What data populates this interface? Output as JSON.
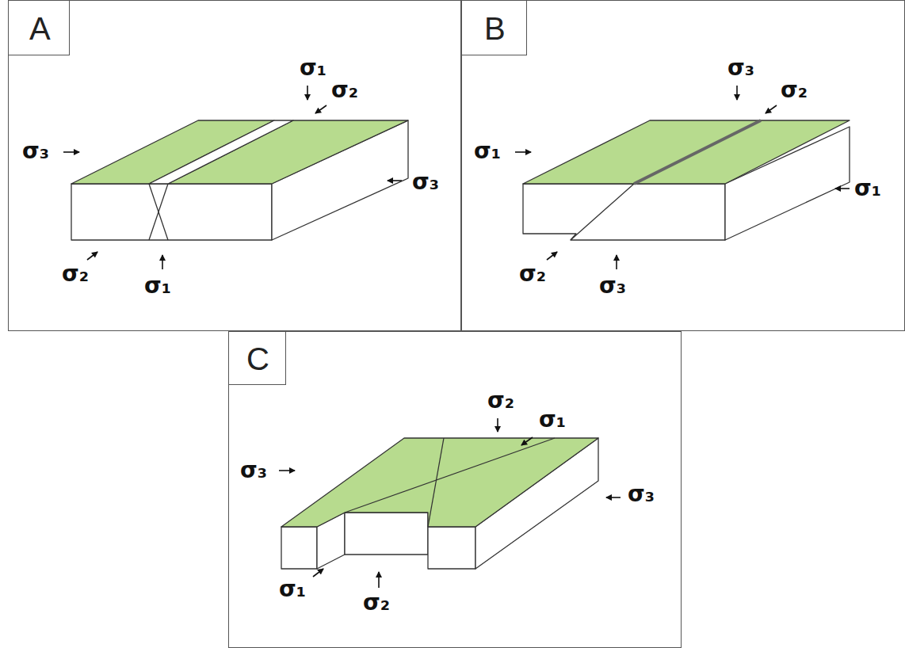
{
  "diagram": {
    "nodes": [
      {
        "text": [
          "A"
        ]
      },
      {
        "text": [
          "B"
        ]
      },
      {
        "text": [
          "C"
        ]
      }
    ],
    "labels": [
      "σ₁",
      "σ₂",
      "σ₃",
      "σ₃",
      "σ₂",
      "σ₁",
      "σ₃",
      "σ₂",
      "σ₁",
      "σ₁",
      "σ₂",
      "σ₃",
      "σ₂",
      "σ₁",
      "σ₃",
      "σ₃",
      "σ₁",
      "σ₂"
    ]
  }
}
